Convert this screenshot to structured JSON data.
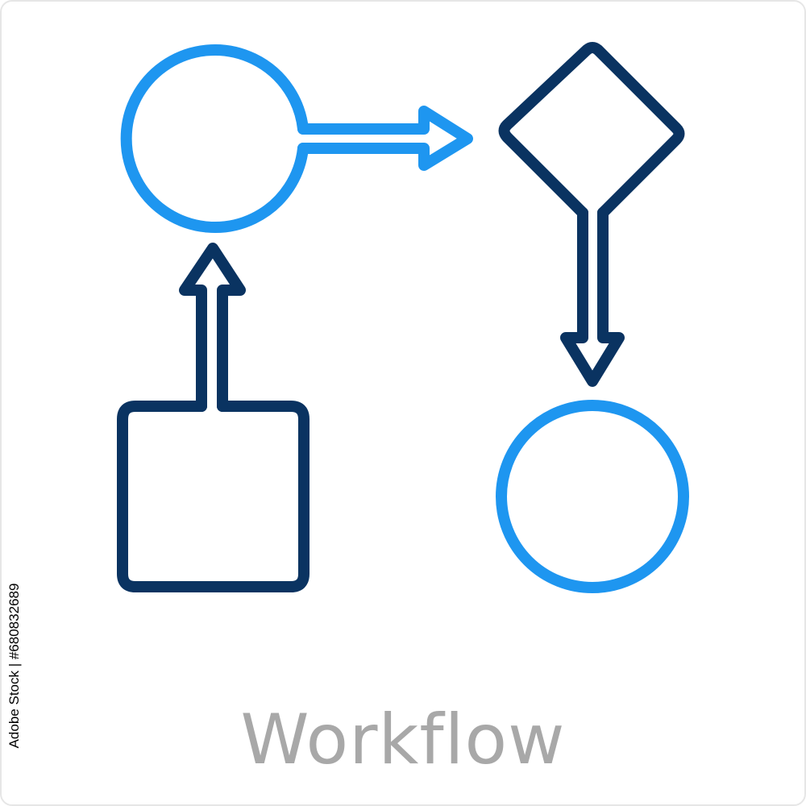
{
  "caption": {
    "text": "Workflow",
    "color": "#a8a8a8"
  },
  "stock_id": "Adobe Stock | #680832689",
  "colors": {
    "dark_blue": "#0a3361",
    "light_blue": "#1e96f0",
    "frame": "#e6e6e6"
  },
  "icons": [
    "start-circle-node",
    "right-arrow",
    "decision-diamond-node",
    "down-arrow",
    "end-circle-node",
    "process-square-node",
    "up-arrow"
  ]
}
